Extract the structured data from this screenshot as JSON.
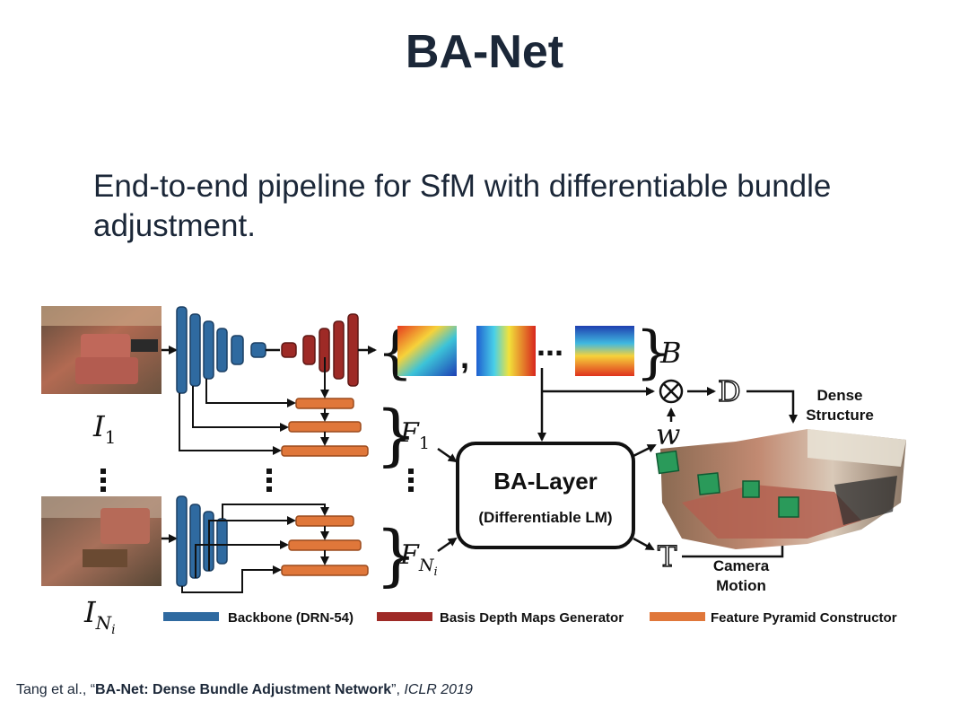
{
  "slide": {
    "title": "BA-Net",
    "subtitle": "End-to-end pipeline for SfM with differentiable bundle adjustment."
  },
  "diagram": {
    "input_label_1": "I",
    "input_label_1_sub": "1",
    "input_label_n": "I",
    "input_label_n_sub": "N",
    "input_label_n_subsub": "i",
    "basis_symbol": "B",
    "feature_label_1": "F",
    "feature_label_1_sub": "1",
    "feature_label_n": "F",
    "feature_label_n_sub": "N",
    "feature_label_n_subsub": "i",
    "ba_layer_title": "BA-Layer",
    "ba_layer_subtitle": "(Differentiable LM)",
    "weight_symbol": "w",
    "depth_symbol": "D",
    "motion_symbol": "T",
    "dense_structure_label_1": "Dense",
    "dense_structure_label_2": "Structure",
    "camera_motion_label_1": "Camera",
    "camera_motion_label_2": "Motion",
    "ellipsis_dots": "...",
    "comma": ","
  },
  "legend": [
    {
      "label": "Backbone (DRN-54)",
      "color": "#2f6aa0"
    },
    {
      "label": "Basis Depth Maps Generator",
      "color": "#9e2a26"
    },
    {
      "label": "Feature Pyramid Constructor",
      "color": "#e0773a"
    }
  ],
  "citation": {
    "authors": "Tang et al., “",
    "paper": "BA-Net: Dense Bundle Adjustment Network",
    "closing": "”, ",
    "venue": "ICLR 2019"
  },
  "colors": {
    "text": "#1b2738",
    "backbone": "#2f6aa0",
    "depth": "#9e2a26",
    "pyramid": "#e0773a",
    "marker": "#2a9a5a"
  }
}
